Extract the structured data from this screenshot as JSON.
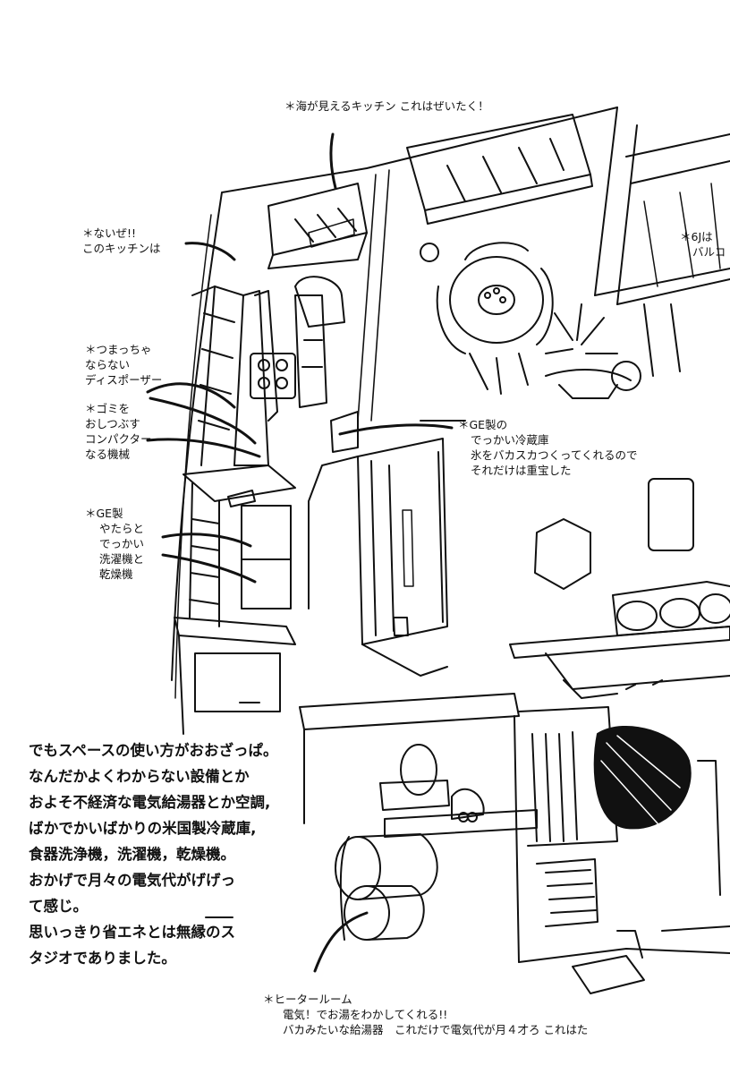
{
  "notes": {
    "kitchen_view": "＊海が見えるキッチン これはぜいたく！",
    "kitchen_intro": [
      "＊ないぜ!!",
      "このキッチンは"
    ],
    "disposer": [
      "＊つまっちゃ",
      "ならない",
      "ディスポーザー"
    ],
    "compactor": [
      "＊ゴミを",
      "おしつぶす",
      "コンパクター",
      "なる機械"
    ],
    "ge_washer": [
      "＊GE製",
      "やたらと",
      "でっかい",
      "洗濯機と",
      "乾燥機"
    ],
    "ge_fridge": [
      "＊GE製の",
      "でっかい冷蔵庫",
      "氷をバカスカつくってくれるので",
      "それだけは重宝した"
    ],
    "balcony": [
      "＊6Jは",
      "バルコ"
    ],
    "heater_room": [
      "＊ヒータールーム",
      "電気！でお湯をわかしてくれる!!",
      "バカみたいな給湯器　これだけで電気代が月４才ろ これはた"
    ]
  },
  "main_text": [
    "でもスペースの使い方がおおざっぱ。",
    "なんだかよくわからない設備とか",
    "およそ不経済な電気給湯器とか空調,",
    "ばかでかいばかりの米国製冷蔵庫,",
    "食器洗浄機，洗濯機，乾燥機。",
    "おかげで月々の電気代がげげっ",
    "て感じ。",
    "思いっきり省エネとは無縁のス",
    "タジオでありました。"
  ]
}
